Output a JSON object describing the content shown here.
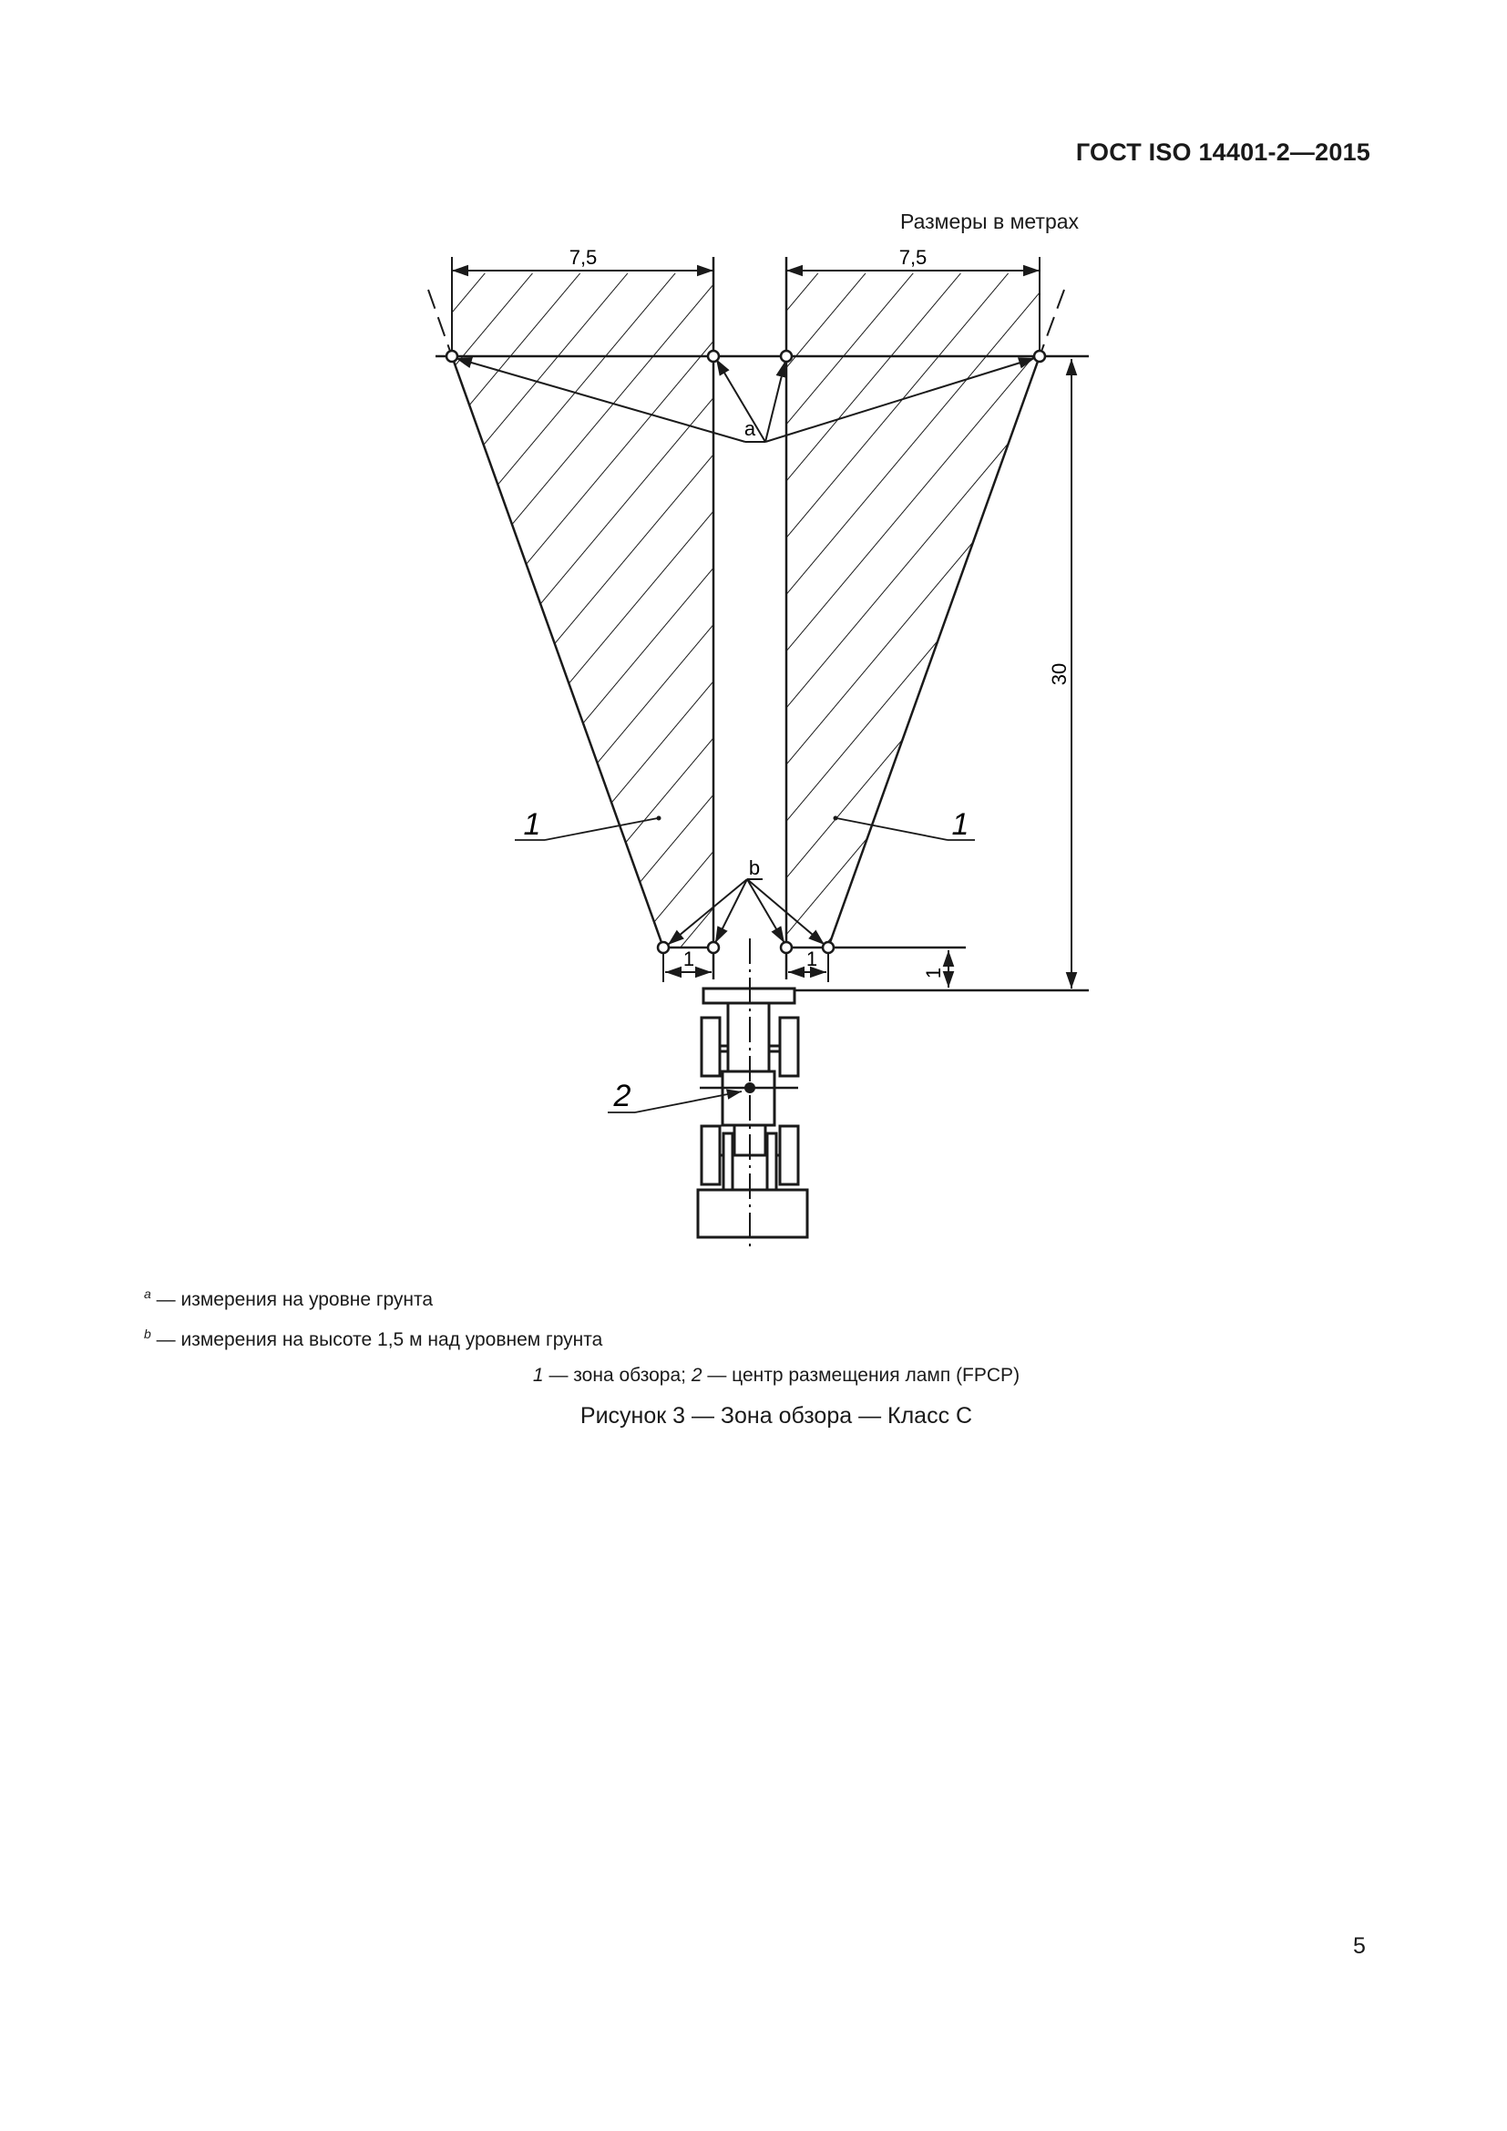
{
  "header": {
    "standard_id": "ГОСТ ISO 14401-2—2015"
  },
  "figure": {
    "units_note": "Размеры в метрах",
    "dimensions": {
      "left_width": "7,5",
      "right_width": "7,5",
      "length": "30",
      "bottom_left_offset": "1",
      "bottom_right_offset": "1",
      "vertical_offset": "1"
    },
    "labels": {
      "a": "a",
      "b": "b",
      "zone_left": "1",
      "zone_right": "1",
      "lamp_center": "2"
    }
  },
  "notes": [
    {
      "marker": "a",
      "text": " — измерения на уровне грунта"
    },
    {
      "marker": "b",
      "text": " — измерения на высоте 1,5 м над уровнем грунта"
    }
  ],
  "legend": {
    "item1_num": "1",
    "item1_text": " — зона обзора; ",
    "item2_num": "2",
    "item2_text": " — центр размещения ламп (FPCP)"
  },
  "caption": "Рисунок 3 — Зона обзора — Класс С",
  "page_number": "5"
}
